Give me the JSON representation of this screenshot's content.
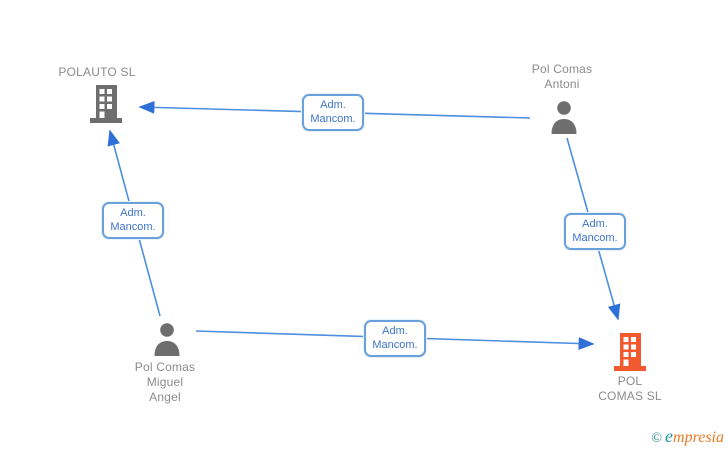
{
  "diagram": {
    "nodes": {
      "polauto": {
        "type": "company",
        "name": "POLAUTO SL"
      },
      "antoni": {
        "type": "person",
        "line1": "Pol Comas",
        "line2": "Antoni"
      },
      "miguel": {
        "type": "person",
        "line1": "Pol Comas",
        "line2": "Miguel",
        "line3": "Angel"
      },
      "polcomas": {
        "type": "company",
        "line1": "POL",
        "line2": "COMAS SL"
      }
    },
    "edges": [
      {
        "from": "Pol Comas Antoni",
        "to": "POLAUTO SL",
        "label_line1": "Adm.",
        "label_line2": "Mancom."
      },
      {
        "from": "Pol Comas Miguel Angel",
        "to": "POLAUTO SL",
        "label_line1": "Adm.",
        "label_line2": "Mancom."
      },
      {
        "from": "Pol Comas Antoni",
        "to": "POL COMAS SL",
        "label_line1": "Adm.",
        "label_line2": "Mancom."
      },
      {
        "from": "Pol Comas Miguel Angel",
        "to": "POL COMAS SL",
        "label_line1": "Adm.",
        "label_line2": "Mancom."
      }
    ]
  },
  "colors": {
    "edge_blue": "#4e8fe0",
    "arrowhead_blue": "#2e6fd8",
    "edge_label_text": "#3d74c9",
    "node_text_gray": "#8b8b8b",
    "icon_gray": "#6e6e6e",
    "icon_highlight_orange": "#f2592e",
    "brand_teal": "#2196ab",
    "brand_orange": "#e87a22"
  },
  "footer": {
    "copyright_symbol": "©",
    "brand_first_letter": "e",
    "brand_rest": "mpresia"
  }
}
